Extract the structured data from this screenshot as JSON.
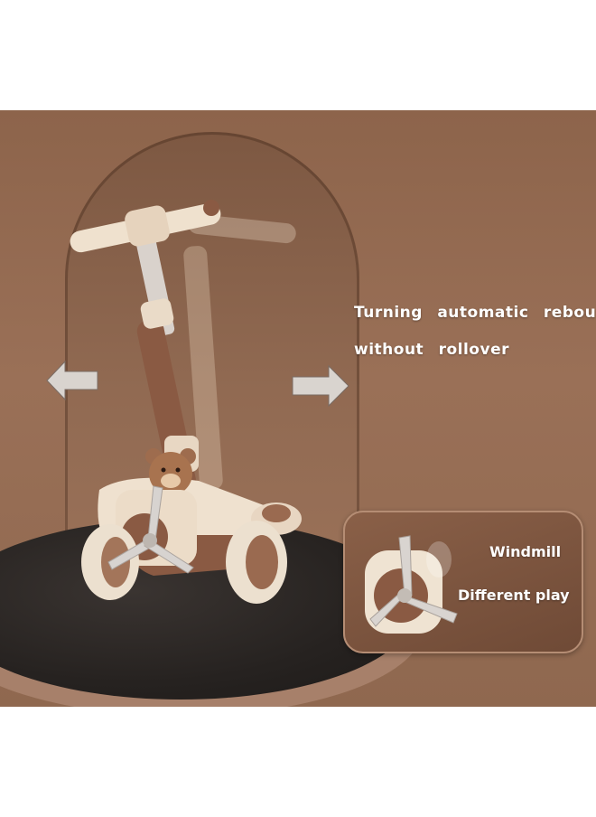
{
  "image": {
    "background_color": "#ffffff",
    "scene_color": "#926a51"
  },
  "captions": {
    "line1": "Turning automatic rebound",
    "line2": "without rollover"
  },
  "inset": {
    "label1": "Windmill",
    "label2": "Different play"
  },
  "icons": {
    "left_arrow": "arrow-left-icon",
    "right_arrow": "arrow-right-icon"
  }
}
